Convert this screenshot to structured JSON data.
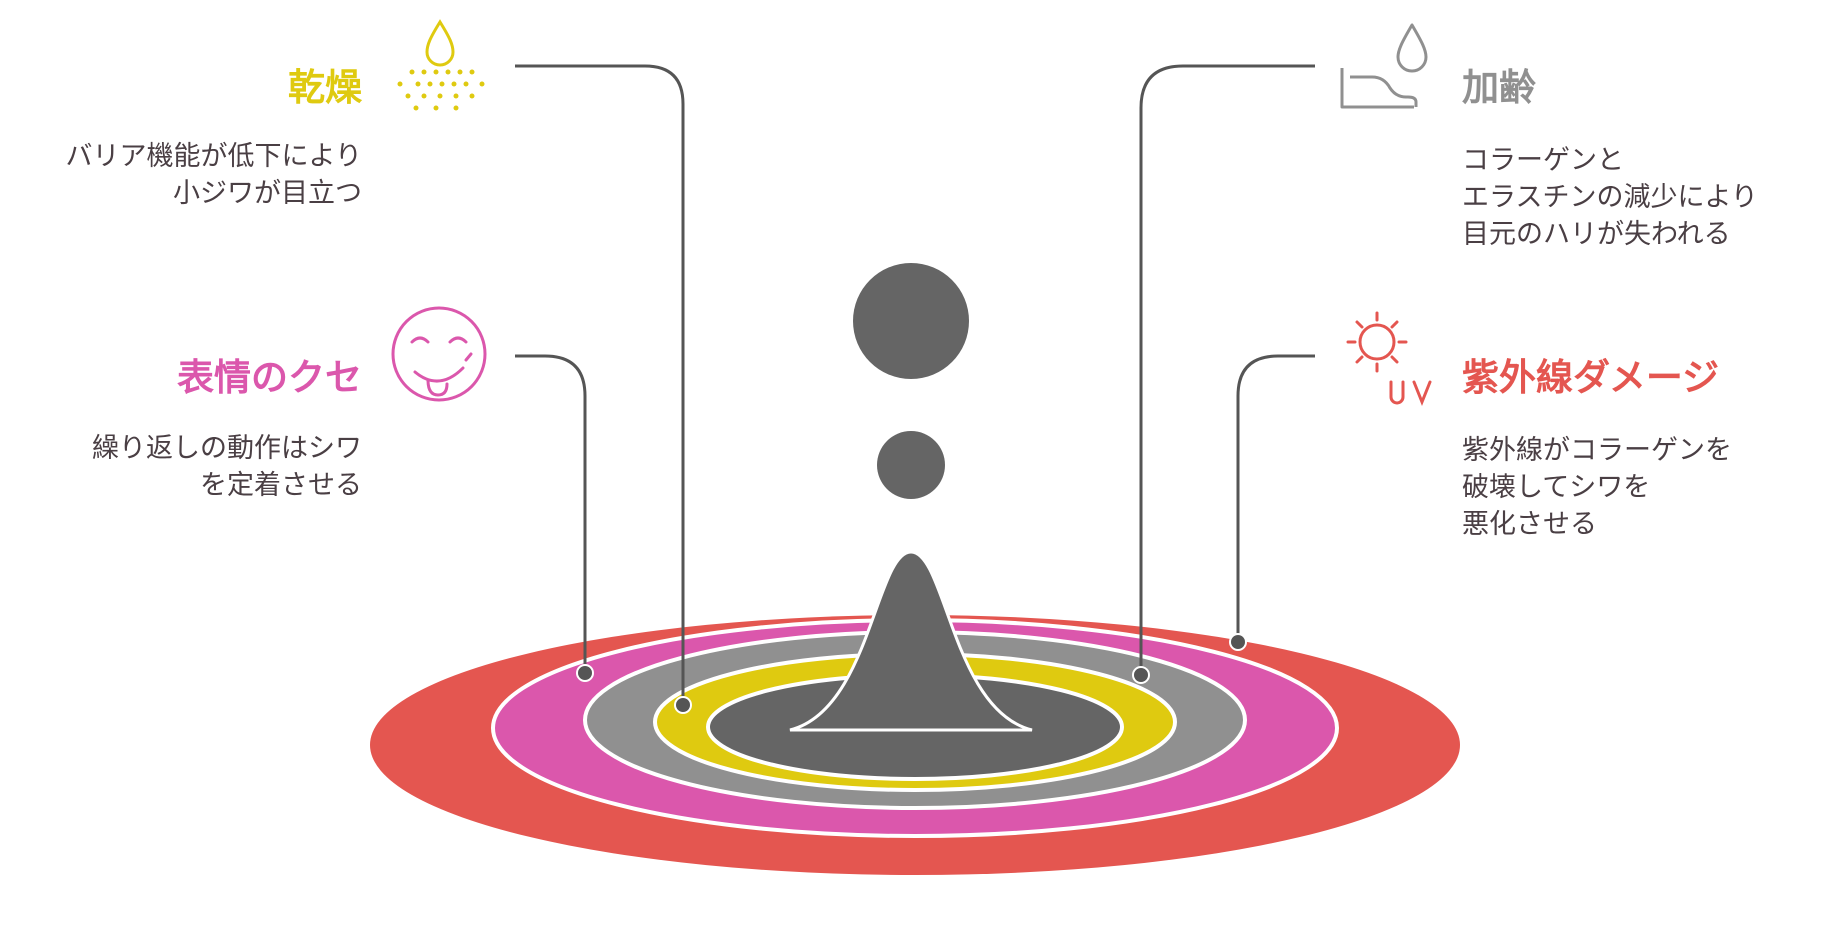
{
  "colors": {
    "dryness": "#dfca10",
    "expression": "#db57ac",
    "aging": "#909090",
    "uv": "#e45650",
    "drop": "#656565",
    "line": "#555555",
    "text": "#4a3f44"
  },
  "factors": {
    "dryness": {
      "title": "乾燥",
      "desc": [
        "バリア機能が低下により",
        "小ジワが目立つ"
      ],
      "icon": "water-spray-icon"
    },
    "expression": {
      "title": "表情のクセ",
      "desc": [
        "繰り返しの動作はシワ",
        "を定着させる"
      ],
      "icon": "smiling-face-icon"
    },
    "aging": {
      "title": "加齢",
      "desc": [
        "コラーゲンと",
        "エラスチンの減少により",
        "目元のハリが失われる"
      ],
      "icon": "hand-drop-icon"
    },
    "uv": {
      "title": "紫外線ダメージ",
      "desc": [
        "紫外線がコラーゲンを",
        "破壊してシワを",
        "悪化させる"
      ],
      "icon": "sun-uv-icon",
      "uv_label": "UV"
    }
  }
}
